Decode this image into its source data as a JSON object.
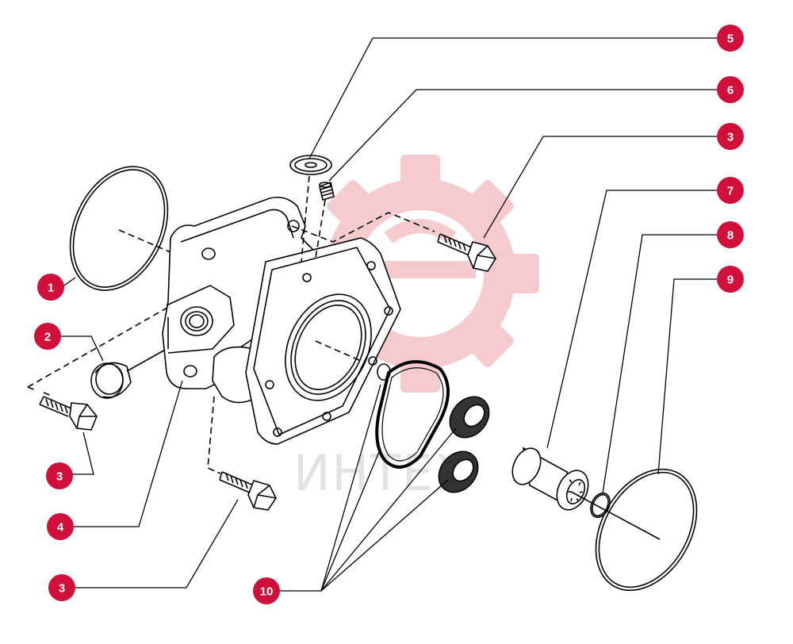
{
  "watermark": {
    "text": "ИНТЕХ",
    "color": "#f5c9cc"
  },
  "colors": {
    "badge": "#d0103a",
    "line": "#000000"
  },
  "callouts": [
    {
      "label": "1"
    },
    {
      "label": "2"
    },
    {
      "label": "3"
    },
    {
      "label": "3"
    },
    {
      "label": "3"
    },
    {
      "label": "4"
    },
    {
      "label": "5"
    },
    {
      "label": "6"
    },
    {
      "label": "7"
    },
    {
      "label": "8"
    },
    {
      "label": "9"
    },
    {
      "label": "10"
    }
  ]
}
